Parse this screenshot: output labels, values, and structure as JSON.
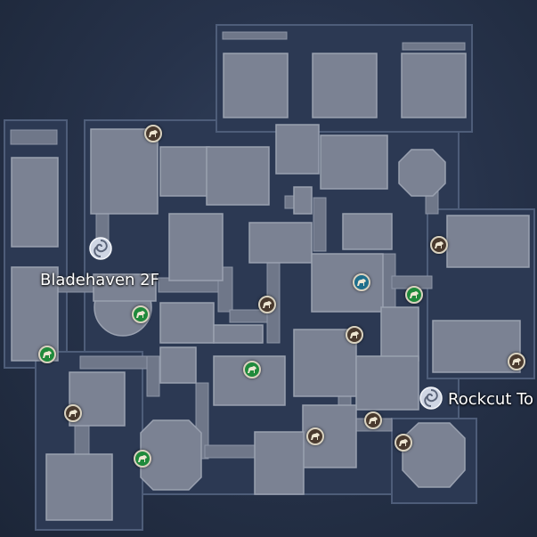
{
  "map": {
    "labels": {
      "current_area": "Bladehaven 2F",
      "exit_area": "Rockcut To"
    },
    "colors": {
      "background": "#27334b",
      "room_fill": "#7b8293",
      "corridor_fill": "#6f7789",
      "marker_brown": "#4a3a2e",
      "marker_green": "#1f8a3b",
      "marker_teal": "#1e6e8c"
    },
    "icons": {
      "warp_point": "swirl-warp-icon",
      "monster_marker": "beast-silhouette-icon"
    },
    "marker_types": [
      "brown",
      "green",
      "teal"
    ]
  }
}
